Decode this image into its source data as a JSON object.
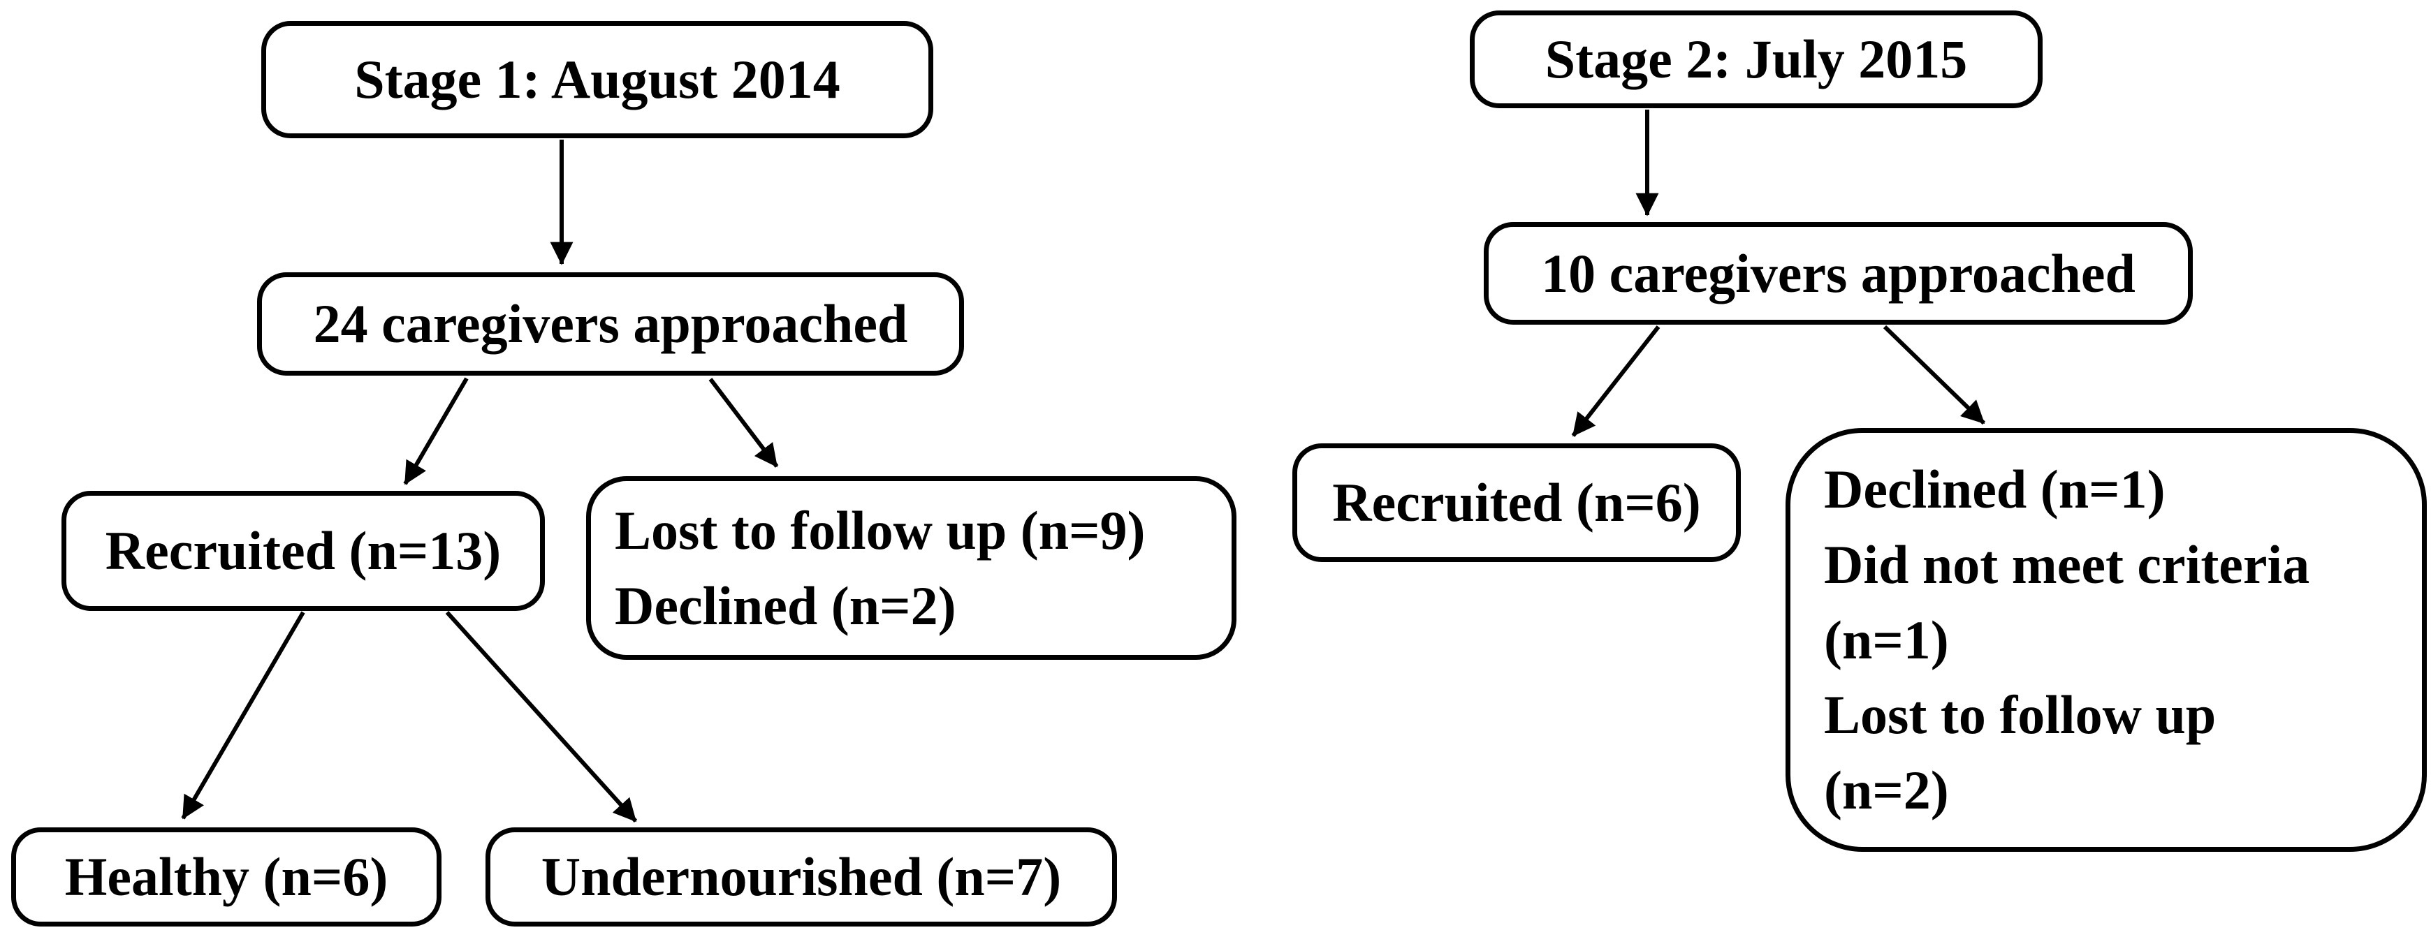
{
  "figure": {
    "colors": {
      "background": "#ffffff",
      "box_fill": "#ffffff",
      "box_border": "#000000",
      "text": "#000000",
      "arrow": "#000000"
    },
    "stage1": {
      "title": "Stage 1: August 2014",
      "approached": "24 caregivers approached",
      "recruited": "Recruited (n=13)",
      "not_recruited_lines": [
        "Lost to follow up (n=9)",
        "Declined (n=2)"
      ],
      "healthy": "Healthy (n=6)",
      "undernourished": "Undernourished (n=7)"
    },
    "stage2": {
      "title": "Stage 2: July 2015",
      "approached": "10 caregivers approached",
      "recruited": "Recruited (n=6)",
      "not_recruited_lines": [
        "Declined (n=1)",
        "Did not meet criteria",
        "(n=1)",
        "Lost to follow up",
        "(n=2)"
      ]
    }
  }
}
